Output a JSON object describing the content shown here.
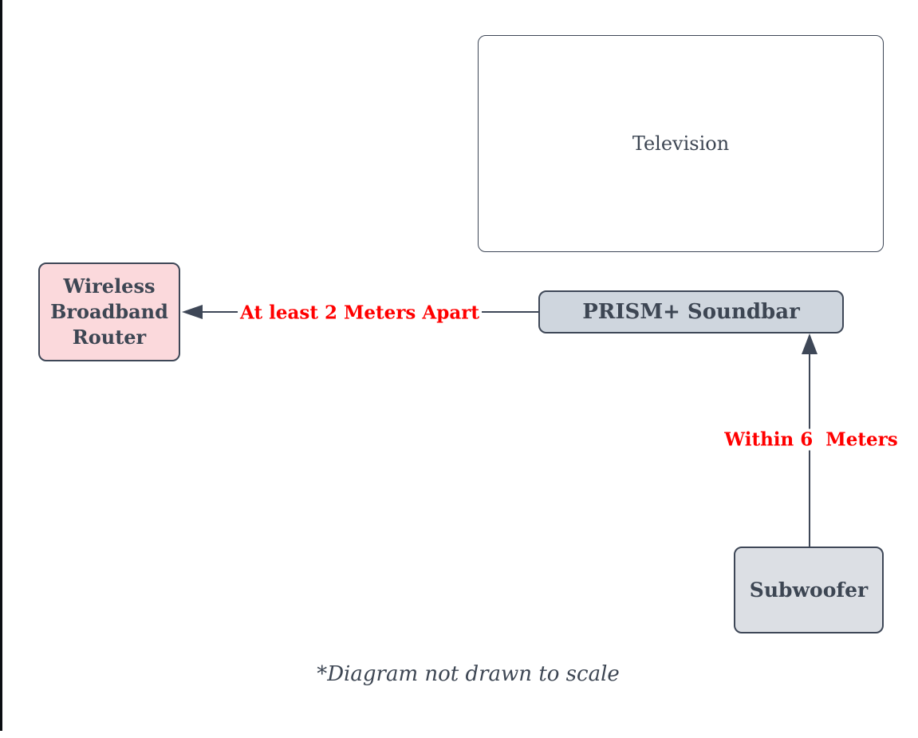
{
  "diagram": {
    "title_context": "Speaker placement diagram",
    "nodes": {
      "television": {
        "label": "Television",
        "fill": "#ffffff"
      },
      "router": {
        "label": "Wireless Broadband Router",
        "fill": "#fbd9dc"
      },
      "soundbar": {
        "label": "PRISM+ Soundbar",
        "fill": "#cfd6de"
      },
      "subwoofer": {
        "label": "Subwoofer",
        "fill": "#dcdfe4"
      }
    },
    "edges": [
      {
        "from": "soundbar",
        "to": "router",
        "direction": "left",
        "label": "At least 2 Meters Apart"
      },
      {
        "from": "subwoofer",
        "to": "soundbar",
        "direction": "up",
        "label": "Within 6  Meters"
      }
    ],
    "caption": "*Diagram not drawn to scale",
    "colors": {
      "stroke": "#3e4757",
      "node_text": "#3d4653",
      "distance_label": "#ff0000",
      "router_fill": "#fbd9dc",
      "soundbar_fill": "#cfd6de",
      "subwoofer_fill": "#dcdfe4",
      "page_edge": "#0a0d12"
    }
  }
}
